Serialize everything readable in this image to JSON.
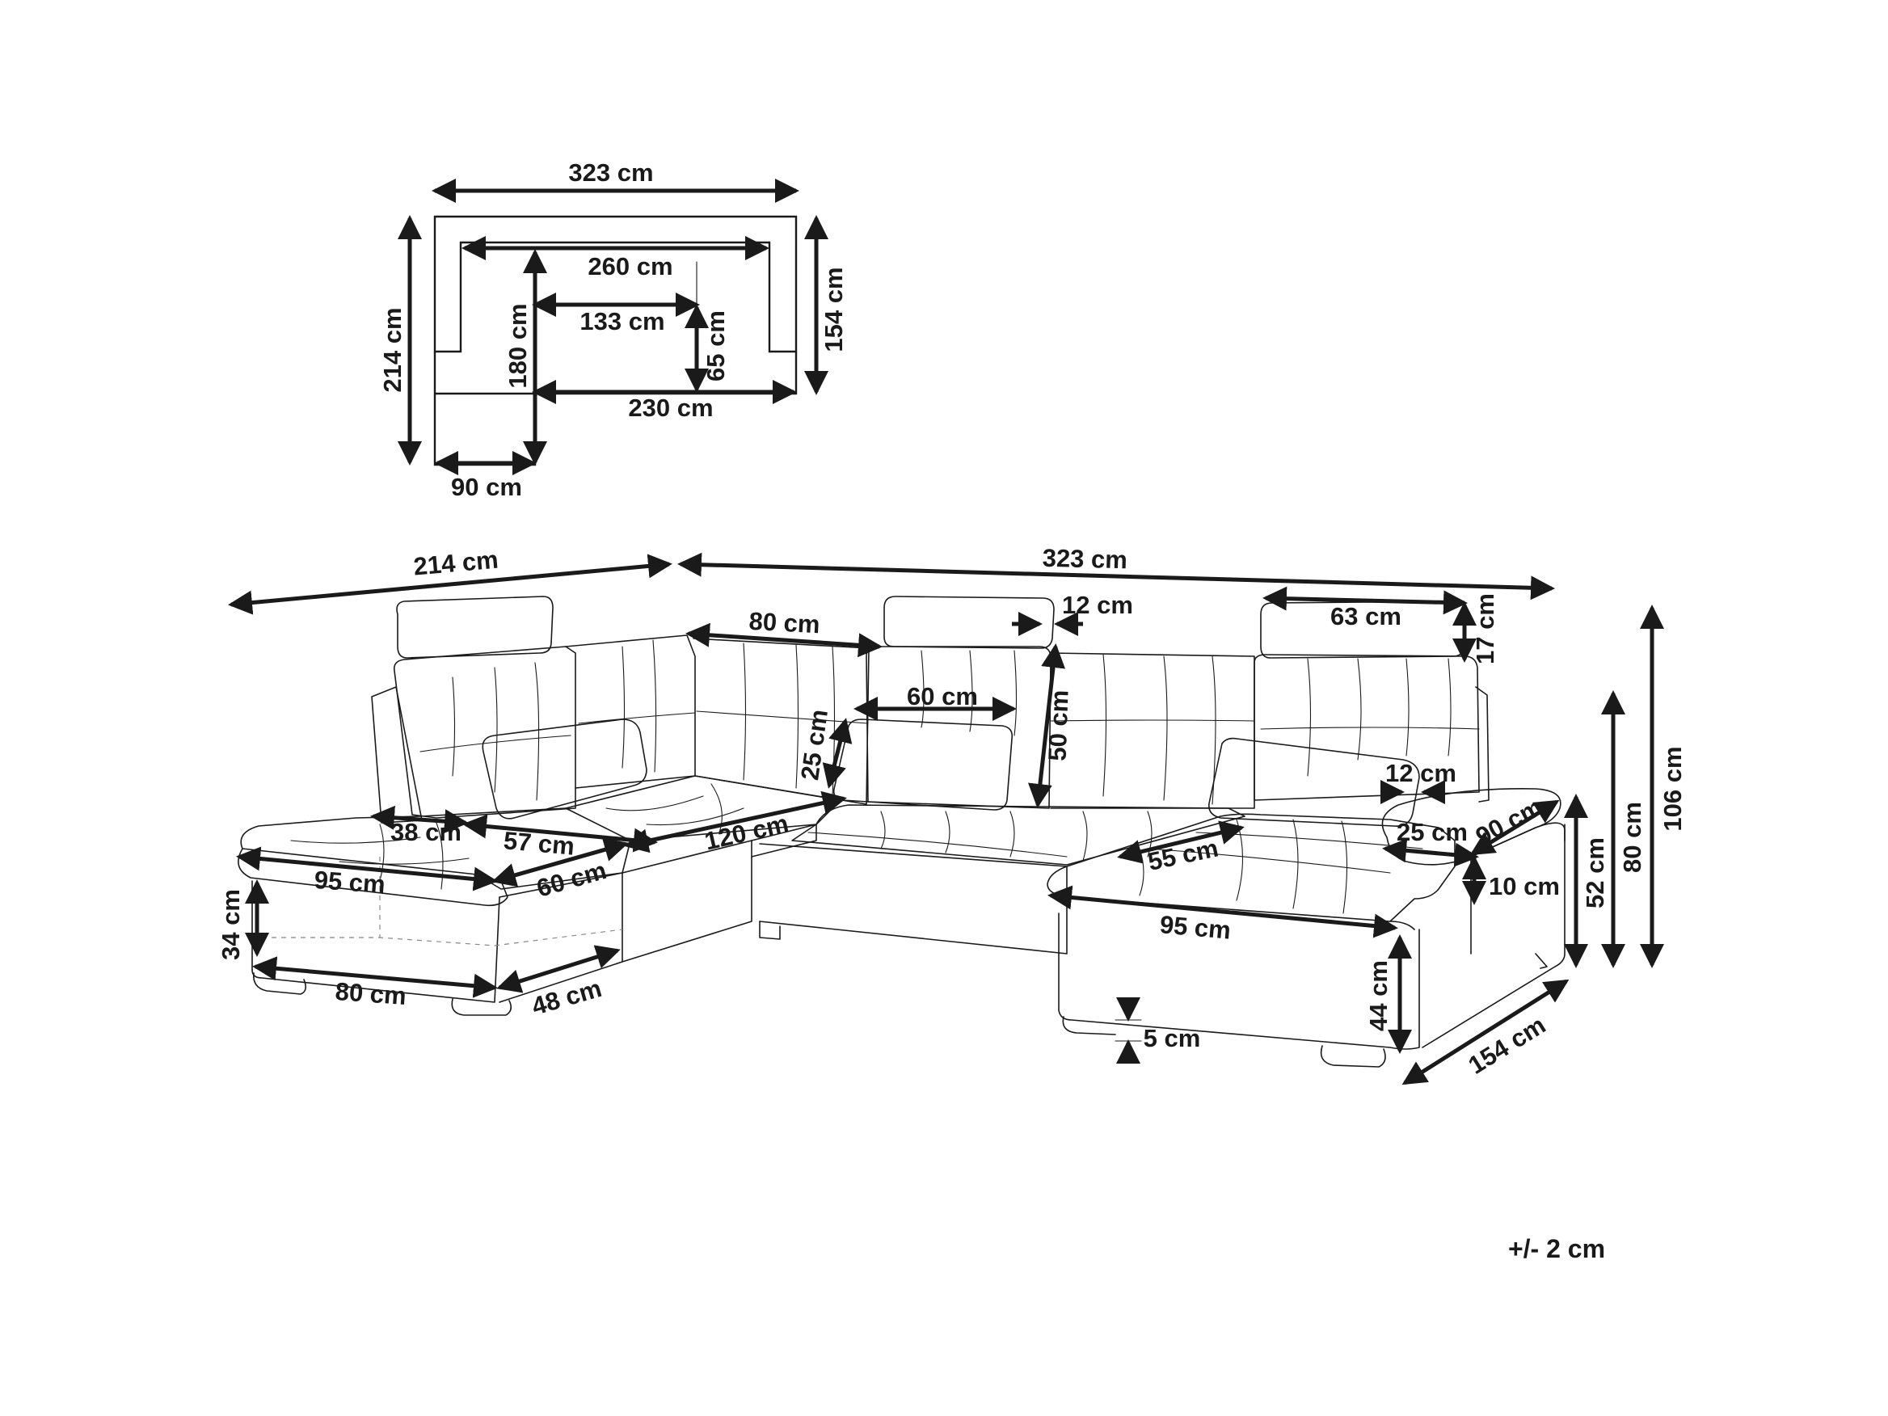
{
  "plan_view": {
    "overall_width": "323 cm",
    "inner_width": "260 cm",
    "seat_width": "133 cm",
    "seat_depth": "65 cm",
    "overall_depth": "214 cm",
    "chaise_inner_depth": "180 cm",
    "right_depth": "154 cm",
    "front_width": "230 cm",
    "chaise_width": "90 cm"
  },
  "perspective_view": {
    "left_side_length": "214 cm",
    "back_length": "323 cm",
    "back_segment": "80 cm",
    "headrest_thickness": "12 cm",
    "headrest_width": "63 cm",
    "headrest_height": "17 cm",
    "cushion_width": "60 cm",
    "cushion_height": "25 cm",
    "backrest_height": "50 cm",
    "armrest_thickness": "12 cm",
    "overall_height": "106 cm",
    "back_height": "80 cm",
    "arm_height": "52 cm",
    "arm_width": "25 cm",
    "chaise_seat_length": "90 cm",
    "seat_thickness": "10 cm",
    "left_seat_depth": "38 cm",
    "left_seat_width": "57 cm",
    "middle_seat_width": "120 cm",
    "right_seat_depth": "55 cm",
    "left_chaise_width": "95 cm",
    "left_chaise_depth": "60 cm",
    "right_chaise_width": "95 cm",
    "seat_height_left": "34 cm",
    "base_width": "80 cm",
    "base_depth": "48 cm",
    "seat_height_right": "44 cm",
    "leg_height": "5 cm",
    "right_chaise_length": "154 cm"
  },
  "tolerance": "+/- 2 cm"
}
